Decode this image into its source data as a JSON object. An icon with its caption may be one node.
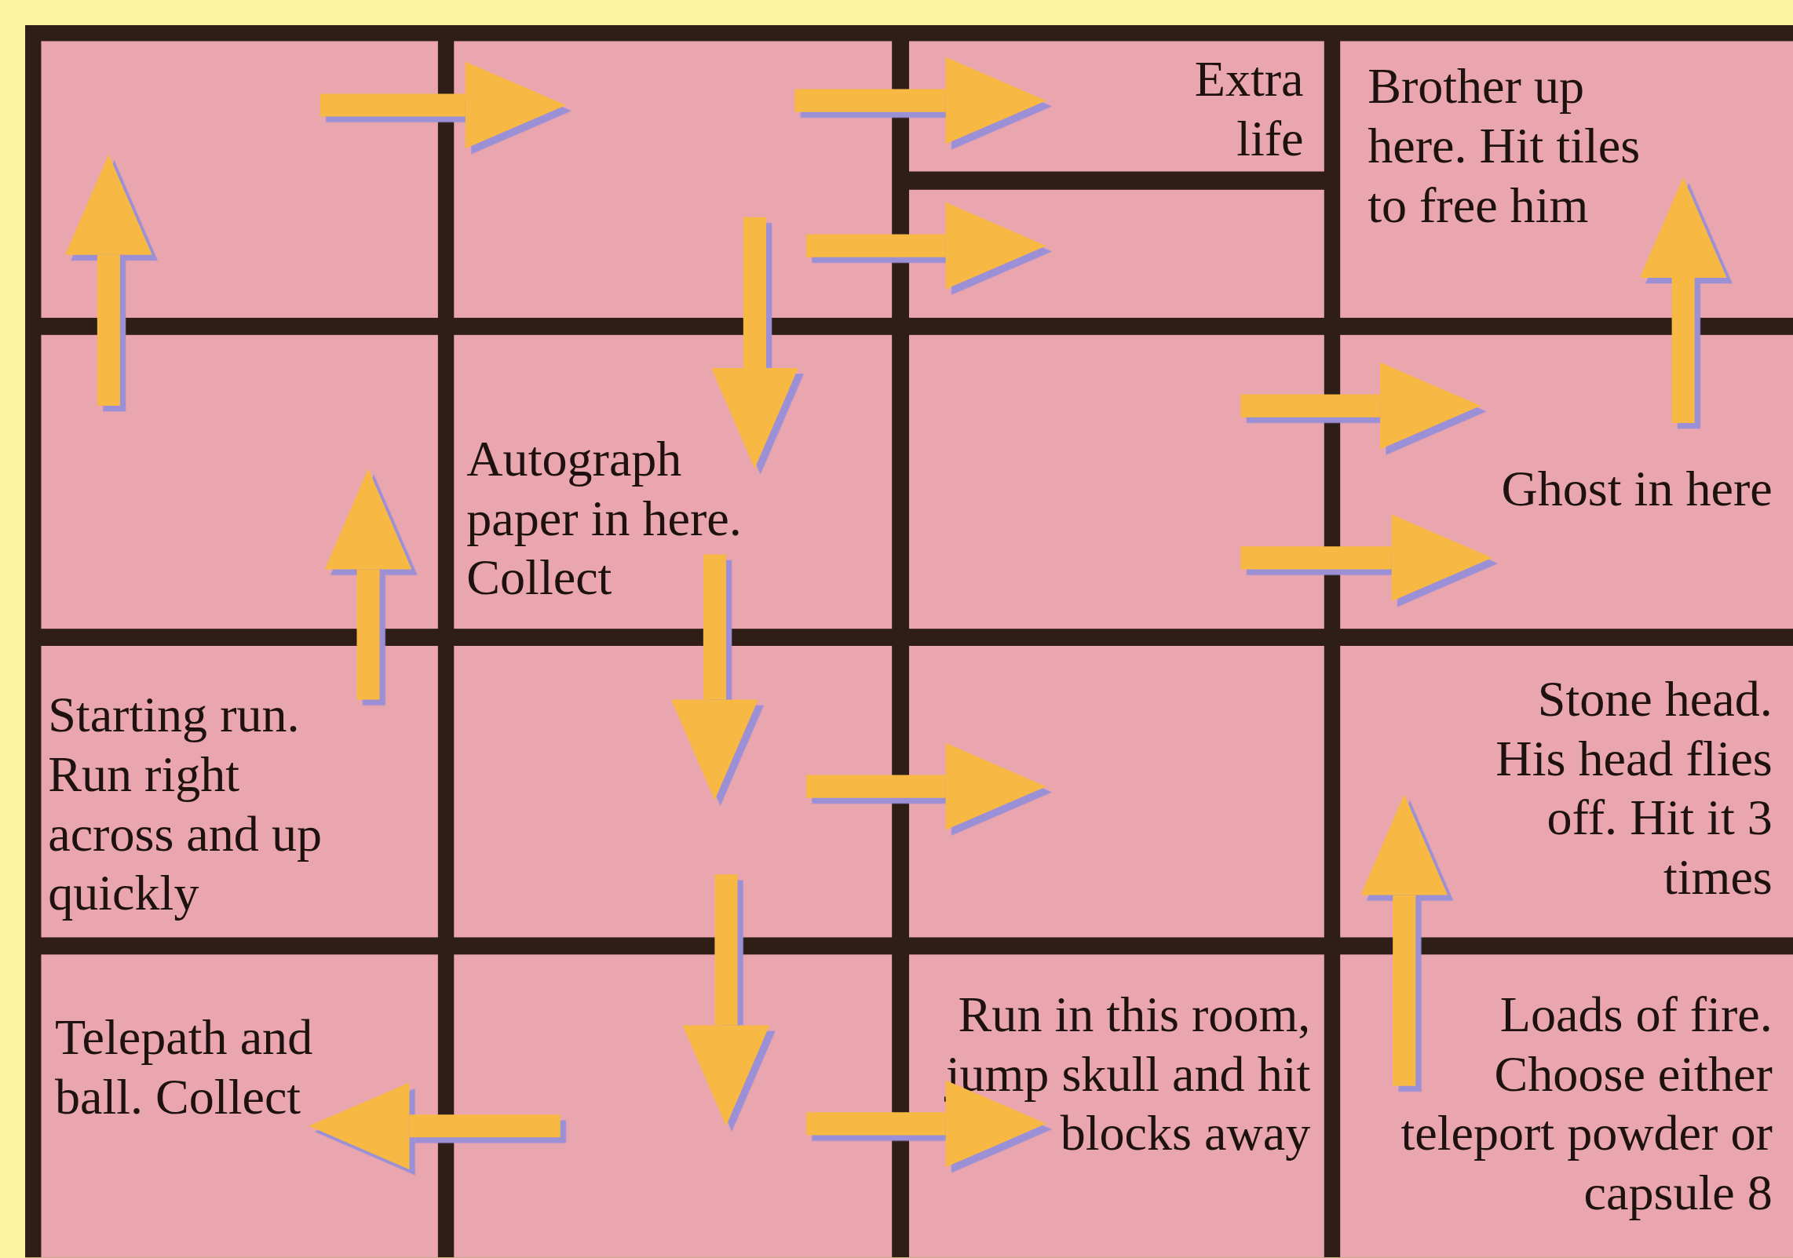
{
  "diagram": {
    "nodes": [
      {
        "text": [],
        "shape": "box"
      },
      {
        "text": [],
        "shape": "box"
      },
      {
        "text": [
          "Extra life"
        ]
      },
      {
        "text": [
          "Brother up here. Hit tiles to free him"
        ]
      },
      {
        "text": [],
        "shape": "box"
      },
      {
        "text": [],
        "shape": "box"
      },
      {
        "text": [
          "Autograph paper in here. Collect"
        ]
      },
      {
        "text": [],
        "shape": "box"
      },
      {
        "text": [
          "Ghost in here"
        ]
      },
      {
        "text": [
          "Starting run. Run right across and up quickly"
        ]
      },
      {
        "text": [],
        "shape": "box"
      },
      {
        "text": [],
        "shape": "box"
      },
      {
        "text": [
          "Stone head. His head flies off. Hit it 3 times"
        ]
      },
      {
        "text": [
          "Telepath and ball. Collect"
        ]
      },
      {
        "text": [],
        "shape": "box"
      },
      {
        "text": [
          "Run in this room, jump skull and hit blocks away"
        ]
      },
      {
        "text": [
          "Loads of fire. Choose either teleport powder or capsule 8"
        ]
      }
    ],
    "edges": [
      {
        "from": 5,
        "to": 0,
        "arrow": "to"
      },
      {
        "from": 0,
        "to": 1,
        "arrow": "to"
      },
      {
        "from": 1,
        "to": 2,
        "arrow": "to"
      },
      {
        "from": 1,
        "to": 4,
        "arrow": "to"
      },
      {
        "from": 1,
        "to": 6,
        "arrow": "to"
      },
      {
        "from": 9,
        "to": 5,
        "arrow": "to"
      },
      {
        "from": 6,
        "to": 10,
        "arrow": "to"
      },
      {
        "from": 10,
        "to": 11,
        "arrow": "to"
      },
      {
        "from": 10,
        "to": 14,
        "arrow": "to"
      },
      {
        "from": 14,
        "to": 13,
        "arrow": "to"
      },
      {
        "from": 14,
        "to": 15,
        "arrow": "to"
      },
      {
        "from": 7,
        "to": 8,
        "arrow": "to"
      },
      {
        "from": 7,
        "to": 8,
        "arrow": "to"
      },
      {
        "from": 8,
        "to": 3,
        "arrow": "to"
      },
      {
        "from": 16,
        "to": 12,
        "arrow": "to"
      }
    ]
  }
}
